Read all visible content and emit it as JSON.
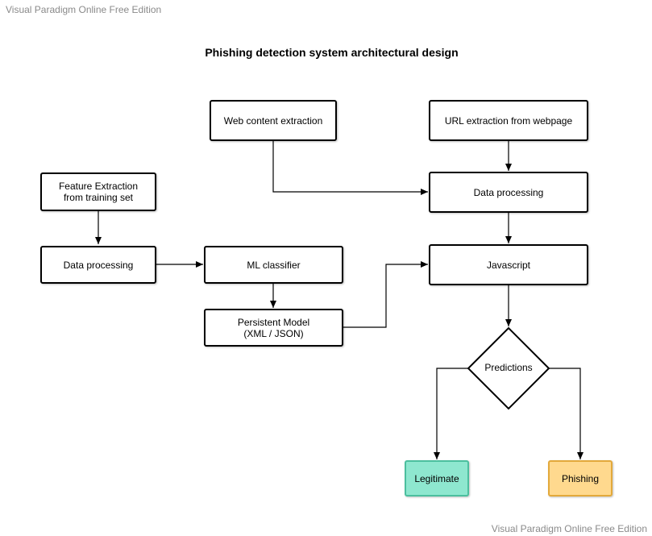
{
  "watermark": "Visual Paradigm Online Free Edition",
  "title": "Phishing detection system architectural design",
  "nodes": {
    "web_content": "Web content extraction",
    "url_extraction": "URL extraction from webpage",
    "feature_extraction": "Feature Extraction\nfrom training set",
    "data_processing_right": "Data processing",
    "data_processing_left": "Data processing",
    "ml_classifier": "ML classifier",
    "javascript": "Javascript",
    "persistent_model": "Persistent Model\n(XML / JSON)",
    "predictions": "Predictions",
    "legitimate": "Legitimate",
    "phishing": "Phishing"
  },
  "colors": {
    "legitimate_fill": "#8ee7cf",
    "phishing_fill": "#ffd98e"
  }
}
